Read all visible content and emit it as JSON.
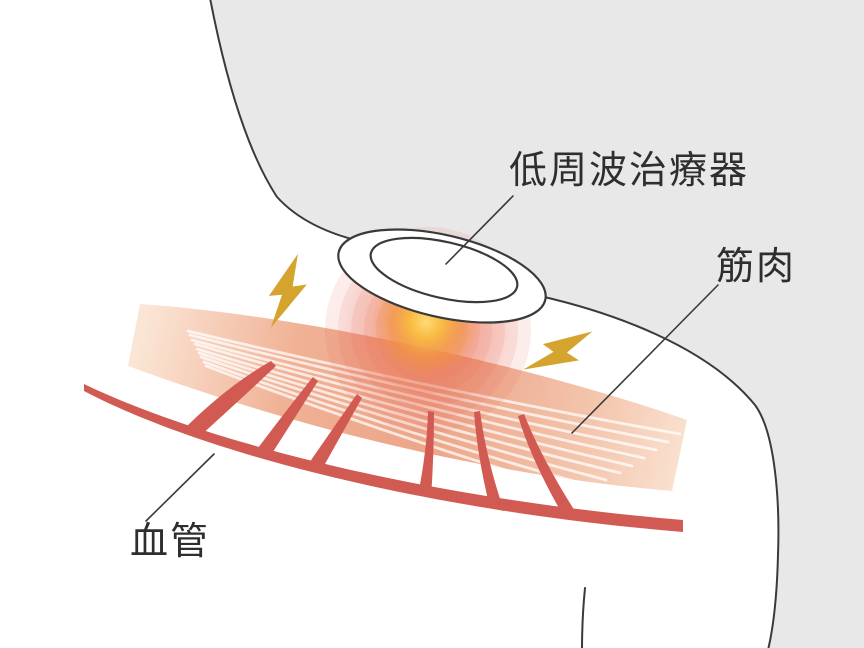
{
  "figure": {
    "labels": {
      "device": "低周波治療器",
      "muscle": "筋肉",
      "vessel": "血管"
    },
    "icons": {
      "left_bolt": "lightning-bolt-icon",
      "right_bolt": "lightning-bolt-icon"
    },
    "colors": {
      "background": "#E8E8E8",
      "body": "#FFFFFF",
      "outline": "#3A3A3A",
      "label_text": "#2E2E2E",
      "muscle_light": "#FBE6D6",
      "muscle_dark": "#ECA388",
      "muscle_fiber": "#FFFFFF",
      "vessel": "#D15B52",
      "glow_ring": "#E8705A",
      "glow_mid": "#F6AD3E",
      "glow_core": "#FFDA6E",
      "bolt": "#D5A42E"
    }
  }
}
